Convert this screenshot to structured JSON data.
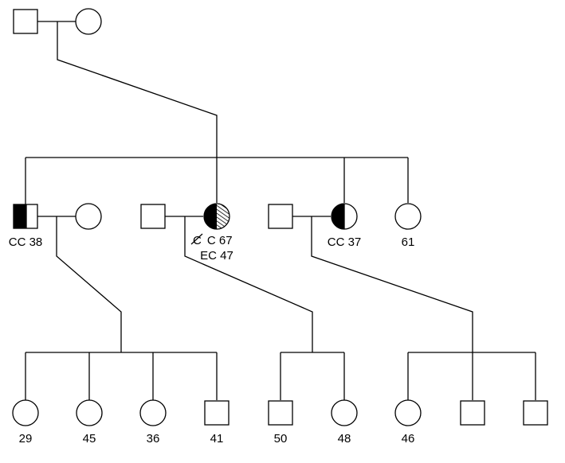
{
  "generation1": {
    "father": {
      "sex": "male",
      "affected": "none",
      "label": ""
    },
    "mother": {
      "sex": "female",
      "affected": "none",
      "label": ""
    }
  },
  "generation2": [
    {
      "sex": "male",
      "affected": "left-half-solid",
      "label": "CC  38"
    },
    {
      "sex": "female",
      "affected": "none",
      "label": "",
      "spouse": true
    },
    {
      "sex": "male",
      "affected": "none",
      "label": "",
      "spouse": true
    },
    {
      "sex": "female",
      "affected": "left-solid-right-hatched",
      "label_line1": "CC 67",
      "label_line1_strike": "C",
      "label_line2": "EC  47"
    },
    {
      "sex": "male",
      "affected": "none",
      "label": "",
      "spouse": true
    },
    {
      "sex": "female",
      "affected": "left-half-solid",
      "label": "CC  37"
    },
    {
      "sex": "female",
      "affected": "none",
      "label": "61"
    }
  ],
  "generation3": [
    {
      "sex": "female",
      "label": "29"
    },
    {
      "sex": "female",
      "label": "45"
    },
    {
      "sex": "female",
      "label": "36"
    },
    {
      "sex": "male",
      "label": "41"
    },
    {
      "sex": "male",
      "label": "50"
    },
    {
      "sex": "female",
      "label": "48"
    },
    {
      "sex": "female",
      "label": "46"
    },
    {
      "sex": "male",
      "label": ""
    },
    {
      "sex": "male",
      "label": ""
    }
  ],
  "colors": {
    "line": "#000000",
    "fill": "#ffffff",
    "affected": "#000000"
  }
}
